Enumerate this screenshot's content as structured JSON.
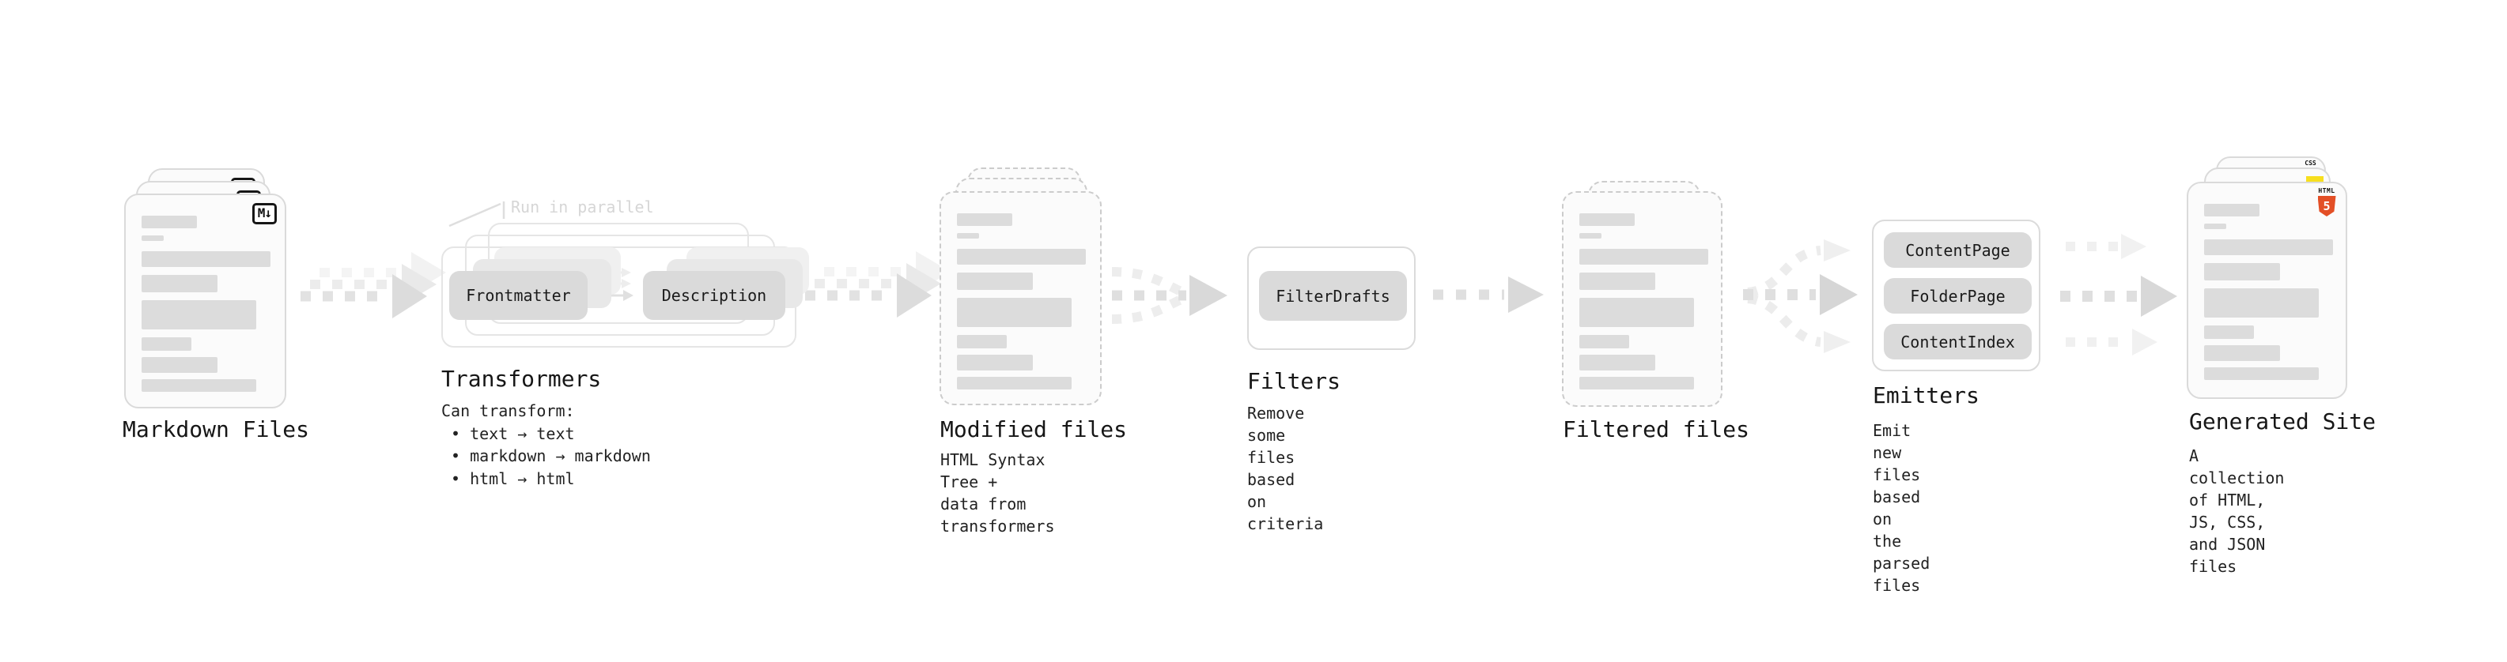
{
  "stages": {
    "markdown_files": {
      "label": "Markdown Files",
      "file_badge": "M↓"
    },
    "transformers": {
      "annotation": "Run in parallel",
      "nodes": [
        "Frontmatter",
        "Description"
      ],
      "heading": "Transformers",
      "caption_intro": "Can transform:",
      "caption_bullets": [
        "• text → text",
        "• markdown → markdown",
        "• html → html"
      ]
    },
    "modified_files": {
      "heading": "Modified files",
      "caption": "HTML Syntax Tree +\ndata from transformers"
    },
    "filters": {
      "nodes": [
        "FilterDrafts"
      ],
      "heading": "Filters",
      "caption": "Remove some files based\non criteria"
    },
    "filtered_files": {
      "heading": "Filtered files"
    },
    "emitters": {
      "nodes": [
        "ContentPage",
        "FolderPage",
        "ContentIndex"
      ],
      "heading": "Emitters",
      "caption": "Emit new files based on\nthe parsed files"
    },
    "generated_site": {
      "heading": "Generated Site",
      "caption": "A collection of HTML,\nJS, CSS, and JSON files",
      "badges": {
        "css_label": "CSS",
        "html_label": "HTML",
        "html_number": "5"
      }
    }
  },
  "colors": {
    "html5_orange": "#e34f26",
    "js_yellow": "#f7df1e",
    "css_blue": "#2962ff",
    "card_border": "#dadada",
    "dashed_border": "#cccccc",
    "bar_fill": "#dcdcdc",
    "node_fill": "#dadada",
    "text": "#161616",
    "annotation_muted": "#d6d6d6",
    "arrow_gray": "#dcdcdc"
  }
}
